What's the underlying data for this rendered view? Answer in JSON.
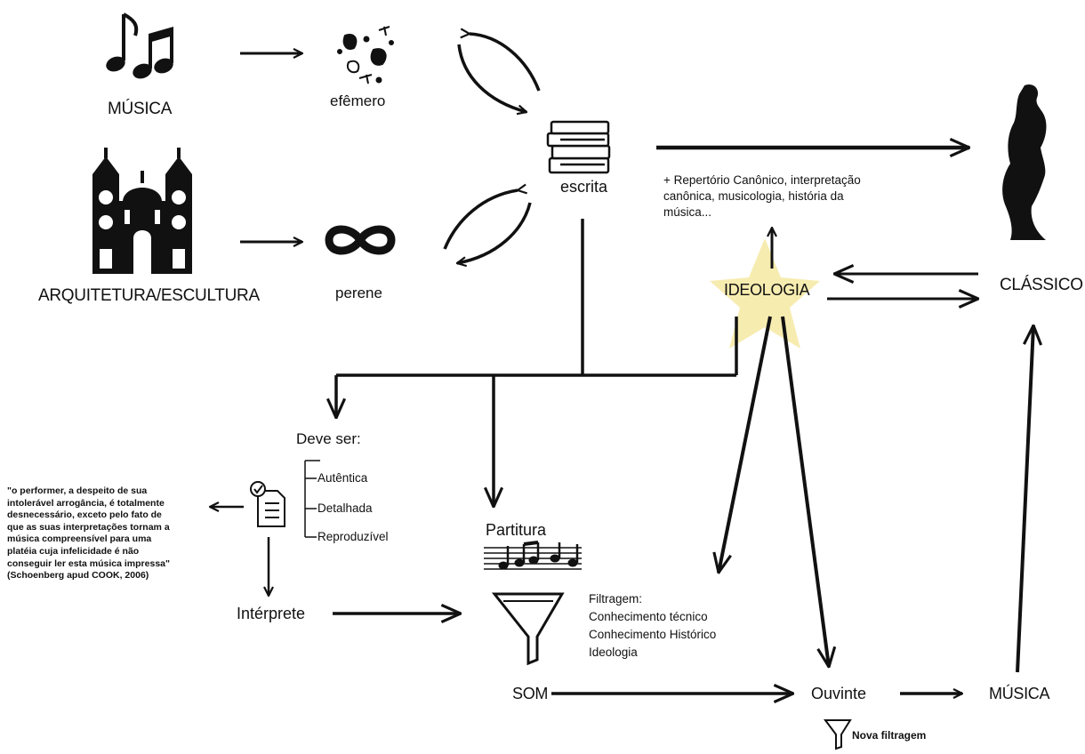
{
  "labels": {
    "musica_top": "MÚSICA",
    "arquitetura": "ARQUITETURA/ESCULTURA",
    "efemero": "efêmero",
    "perene": "perene",
    "escrita": "escrita",
    "repertorio": [
      "+ Repertório Canônico, interpretação",
      "canônica, musicologia, história da",
      "música..."
    ],
    "classico": "CLÁSSICO",
    "ideologia": "IDEOLOGIA",
    "deve_ser": "Deve ser:",
    "deve_ser_items": [
      "Autêntica",
      "Detalhada",
      "Reproduzível"
    ],
    "quote": [
      "\"o performer, a despeito de sua",
      "intolerável arrogância, é totalmente",
      "desnecessário, exceto pelo fato de",
      "que as suas interpretações tornam a",
      "música compreensível para uma",
      "platéia cuja infelicidade é não",
      "conseguir ler esta música impressa\"",
      "(Schoenberg apud COOK, 2006)"
    ],
    "interprete": "Intérprete",
    "partitura": "Partitura",
    "filtragem": [
      "Filtragem:",
      "Conhecimento técnico",
      "Conhecimento Histórico",
      "Ideologia"
    ],
    "som": "SOM",
    "ouvinte": "Ouvinte",
    "musica_bottom": "MÚSICA",
    "nova_filtragem": "Nova filtragem"
  },
  "icons": [
    "music-notes-icon",
    "leaves-icon",
    "cathedral-icon",
    "infinity-icon",
    "books-icon",
    "statue-icon",
    "star-icon",
    "checklist-document-icon",
    "sheet-music-icon",
    "funnel-icon",
    "small-funnel-icon"
  ],
  "colors": {
    "star": "#f7ecb0",
    "ink": "#111111"
  }
}
